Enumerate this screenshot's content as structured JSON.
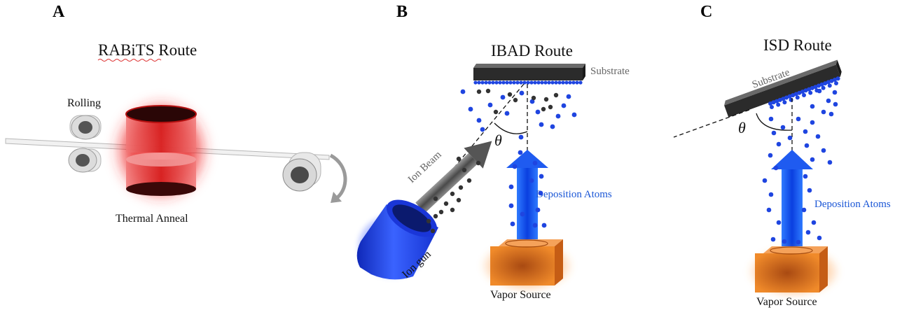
{
  "panels": {
    "a": {
      "letter": "A",
      "title": "RABiTS Route",
      "rolling_label": "Rolling",
      "anneal_label": "Thermal Anneal"
    },
    "b": {
      "letter": "B",
      "title": "IBAD Route",
      "substrate_label": "Substrate",
      "ion_beam_label": "Ion Beam",
      "ion_gun_label": "Ion gun",
      "deposition_label": "Deposition Atoms",
      "vapor_label": "Vapor Source",
      "angle_symbol": "θ"
    },
    "c": {
      "letter": "C",
      "title": "ISD Route",
      "substrate_label": "Substrate",
      "deposition_label": "Deposition Atoms",
      "vapor_label": "Vapor Source",
      "angle_symbol": "θ"
    }
  },
  "colors": {
    "atom_blue": "#1f45e0",
    "atom_dark": "#333333",
    "deposition_text": "#1a56d6",
    "anneal_red": "#e02020",
    "vapor_orange": "#e8731c",
    "ion_gun_blue": "#1e3fe8"
  }
}
